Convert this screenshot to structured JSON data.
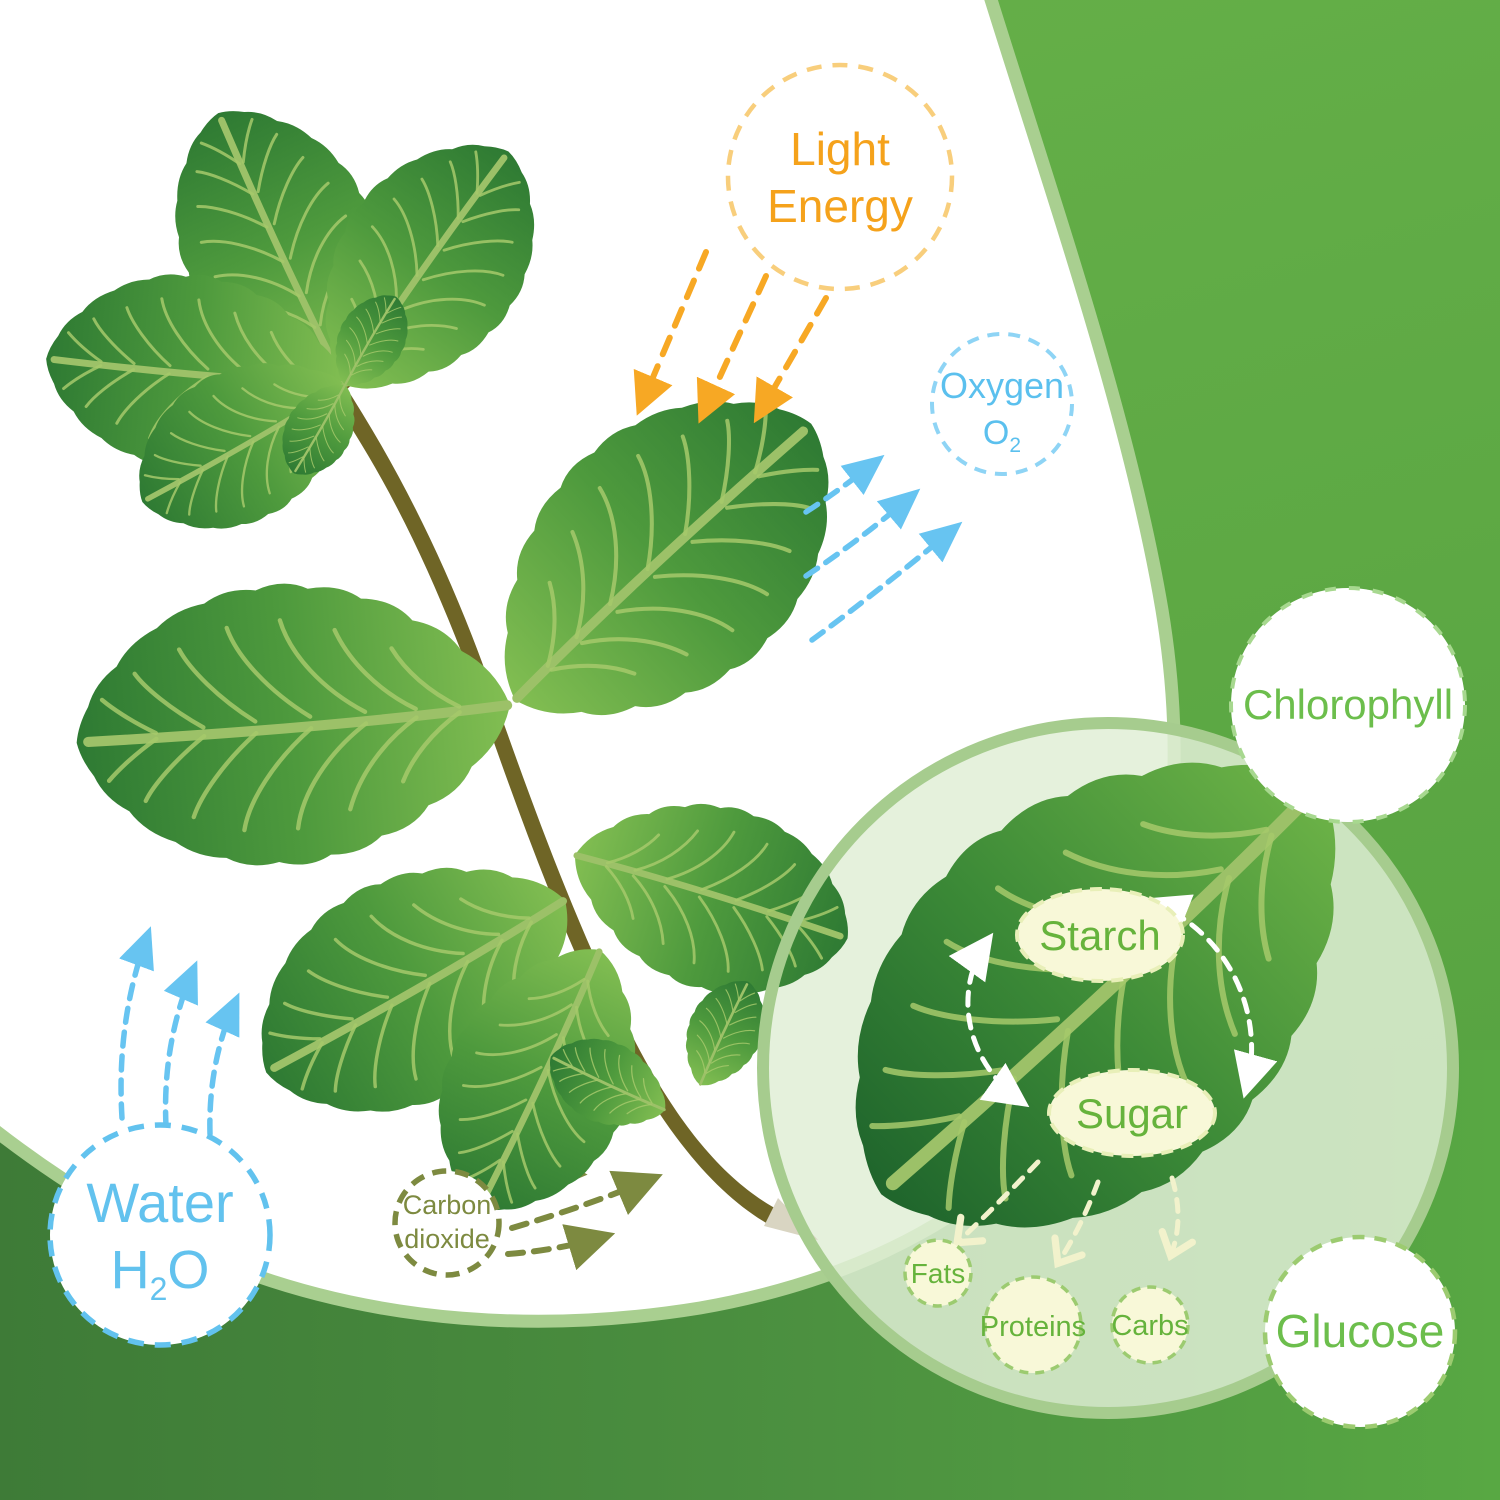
{
  "bubbles": {
    "light_energy": {
      "line1": "Light",
      "line2": "Energy"
    },
    "oxygen": {
      "label": "Oxygen",
      "symbol": "O",
      "symbol_sub": "2"
    },
    "water": {
      "label": "Water",
      "formula_h": "H",
      "formula_sub": "2",
      "formula_o": "O"
    },
    "carbon_dioxide": {
      "line1": "Carbon",
      "line2": "dioxide"
    },
    "chlorophyll": {
      "label": "Chlorophyll"
    },
    "glucose": {
      "label": "Glucose"
    }
  },
  "leaf_detail": {
    "starch": "Starch",
    "sugar": "Sugar",
    "fats": "Fats",
    "proteins": "Proteins",
    "carbs": "Carbs"
  },
  "colors": {
    "background_green": "#5FAC44",
    "background_green_light": "#67B149",
    "background_dark_green": "#3E7B37",
    "blob_outline": "#A9CF90",
    "magnifier_rim": "#A6CC8E",
    "light_energy_text": "#F5A21B",
    "light_energy_border": "#F8CE7C",
    "light_arrow": "#F7A824",
    "oxygen_blue": "#5BC0EE",
    "water_blue": "#62C2EE",
    "arrow_blue": "#67C4F1",
    "carbon_olive": "#7D8A40",
    "green_label": "#6CBE4C",
    "detail_label_green": "#66B33C",
    "cream_fill": "#F8F8D8",
    "cream_border": "#E8EFB8",
    "product_border": "#9CCB70",
    "cream_arrow": "#F2F2CC",
    "white_arrow": "#FFFFFF",
    "branch_brown": "#6F6526",
    "leaf_light": "#7FBC50",
    "leaf_dark": "#2E7A33"
  }
}
